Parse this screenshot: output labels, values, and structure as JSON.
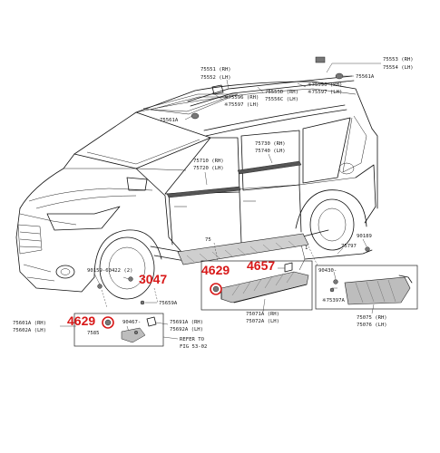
{
  "colors": {
    "line": "#111111",
    "highlight": "#d81818",
    "background": "#ffffff"
  },
  "labels": {
    "p75553": "75553 (RH)",
    "p75554": "75554 (LH)",
    "p75561A_top": "75561A",
    "p75551": "75551 (RH)",
    "p75552": "75552 (LH)",
    "p75596_left": "※75596 (RH)",
    "p75597_left": "※75597 (LH)",
    "p75555D": "75555D (RH)",
    "p75556C": "75556C (LH)",
    "p75596_right": "※75596 (RH)",
    "p75597_right": "※75597 (LH)",
    "p75561A_mid": "75561A",
    "p75730": "75730 (RH)",
    "p75740": "75740 (LH)",
    "p75710": "75710 (RH)",
    "p75720": "75720 (LH)",
    "p90189": "90189",
    "p75797": "75797",
    "p90430": "90430-",
    "p75397A": "※75397A",
    "p75075": "75075 (RH)",
    "p75076": "75076 (LH)",
    "p75071A": "75071A (RH)",
    "p75072A": "75072A (LH)",
    "p90159": "90159-60422 (2)",
    "p75659A": "75659A",
    "p75601A": "75601A (RH)",
    "p75602A": "75602A (LH)",
    "p90467": "90467-",
    "p7585": "7585",
    "p75691A": "75691A (RH)",
    "p75692A": "75692A (LH)",
    "refer_to": "REFER TO",
    "fig_ref": "FIG 53-02",
    "num_75": "75",
    "num_1": "1"
  },
  "callouts": {
    "c3047": "3047",
    "c4629_center": "4629",
    "c4657": "4657",
    "c4629_left": "4629"
  }
}
